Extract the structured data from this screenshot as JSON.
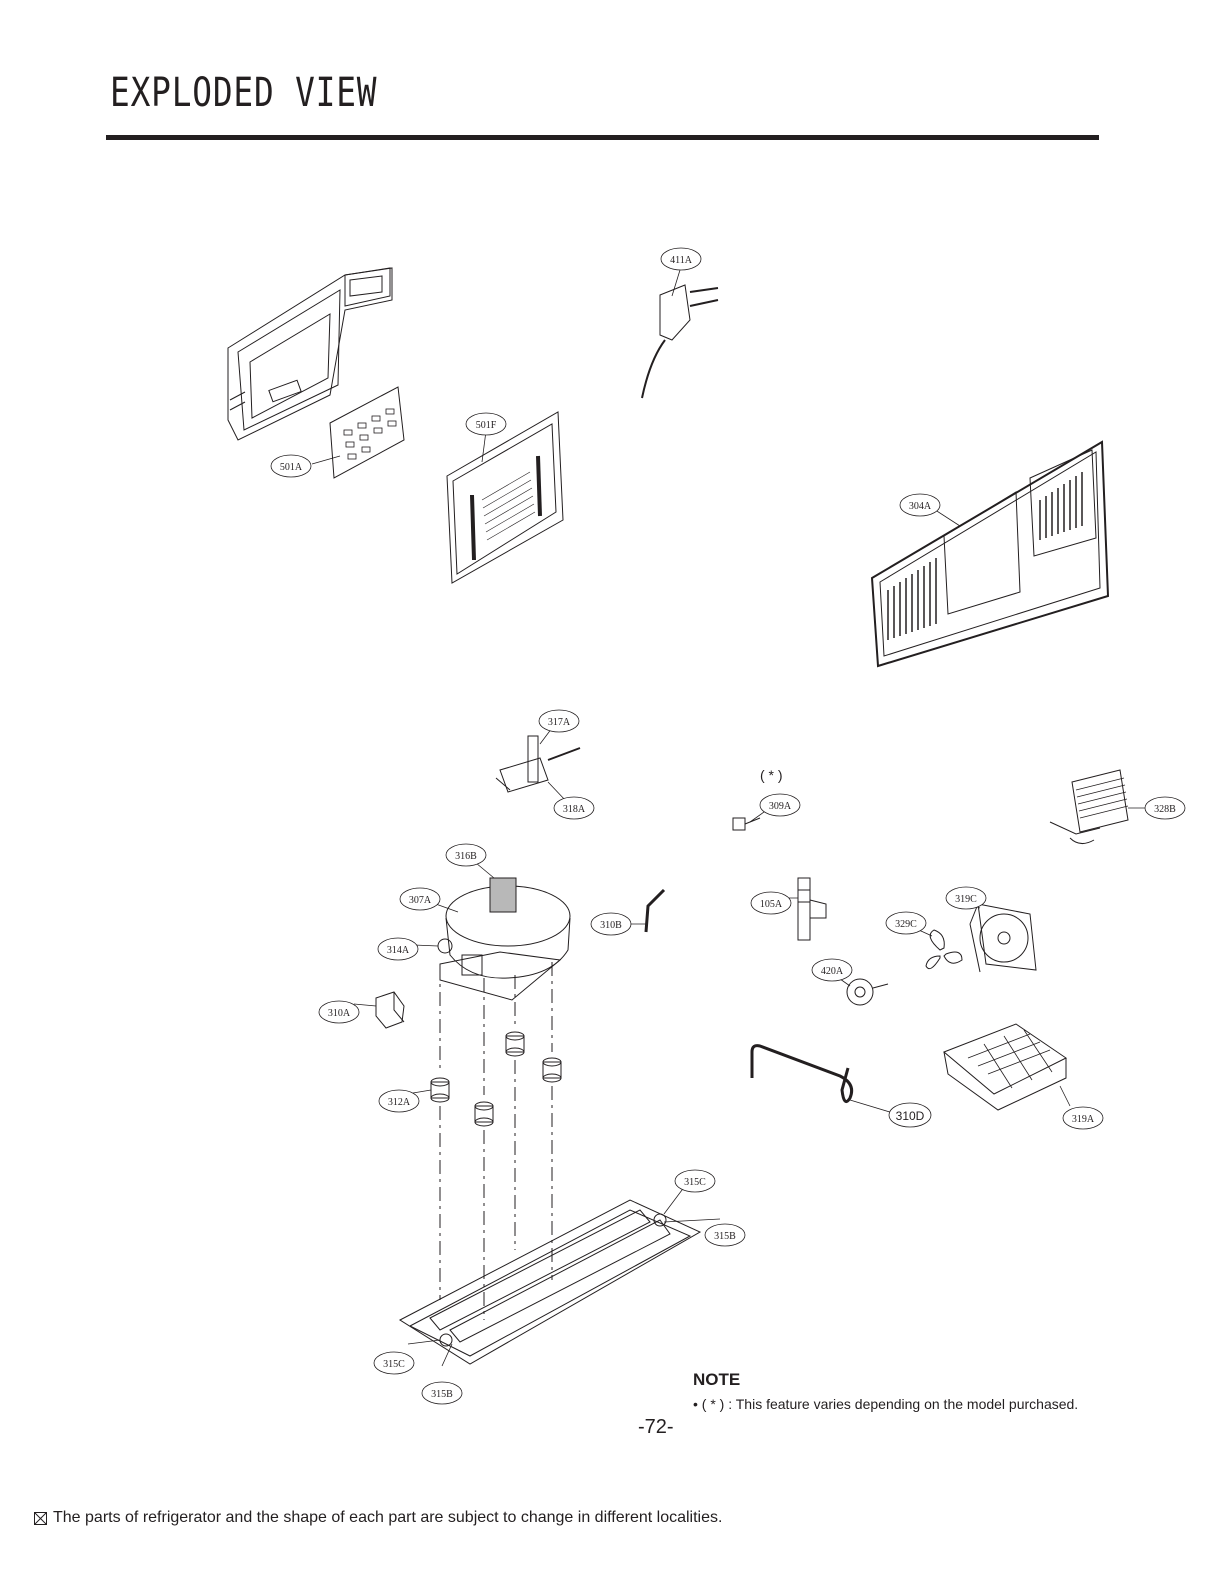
{
  "header": {
    "title": "EXPLODED VIEW"
  },
  "callouts": {
    "c411A": "411A",
    "c501A": "501A",
    "c501F": "501F",
    "c304A": "304A",
    "c317A": "317A",
    "c318A": "318A",
    "c309A": "309A",
    "c328B": "328B",
    "c316B": "316B",
    "c307A": "307A",
    "c310B": "310B",
    "c105A": "105A",
    "c319C": "319C",
    "c329C": "329C",
    "c314A": "314A",
    "c420A": "420A",
    "c310A": "310A",
    "c312A": "312A",
    "c310D": "310D",
    "c319A": "319A",
    "c315C_top": "315C",
    "c315B_top": "315B",
    "c315C_bottom": "315C",
    "c315B_bottom": "315B"
  },
  "optional_marker": "( * )",
  "note": {
    "heading": "NOTE",
    "text": "• ( * ) : This feature varies depending on the model purchased."
  },
  "page_number": "-72-",
  "footer": {
    "disclaimer": "The parts of refrigerator and the shape of each part are subject to change in different localities."
  }
}
